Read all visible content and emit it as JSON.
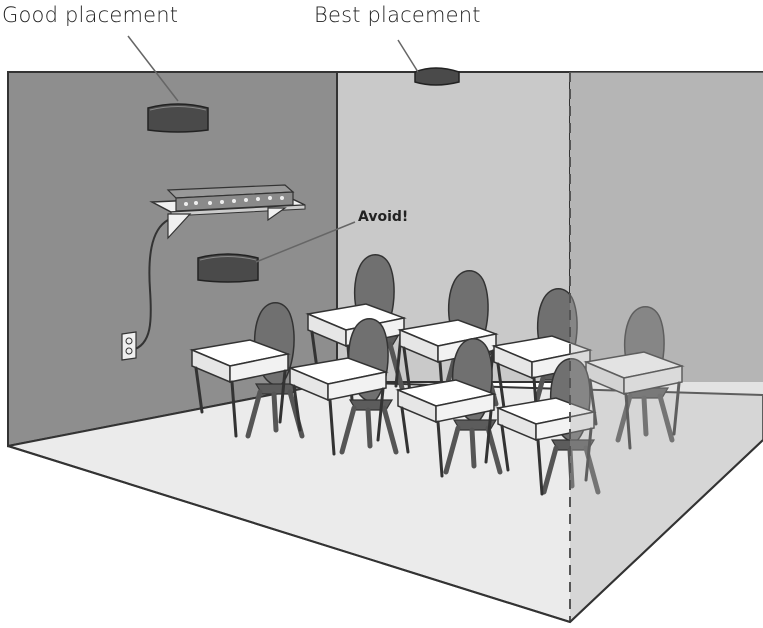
{
  "labels": {
    "good_placement": "Good placement",
    "best_placement": "Best placement",
    "avoid": "Avoid!"
  },
  "colors": {
    "left_wall": "#8e8e8e",
    "back_wall": "#c9c9c9",
    "right_wall_section": "#b4b4b4",
    "floor": "#ebebeb",
    "chair": "#6e6e6e",
    "desk_top": "#ffffff",
    "outline": "#333333"
  }
}
